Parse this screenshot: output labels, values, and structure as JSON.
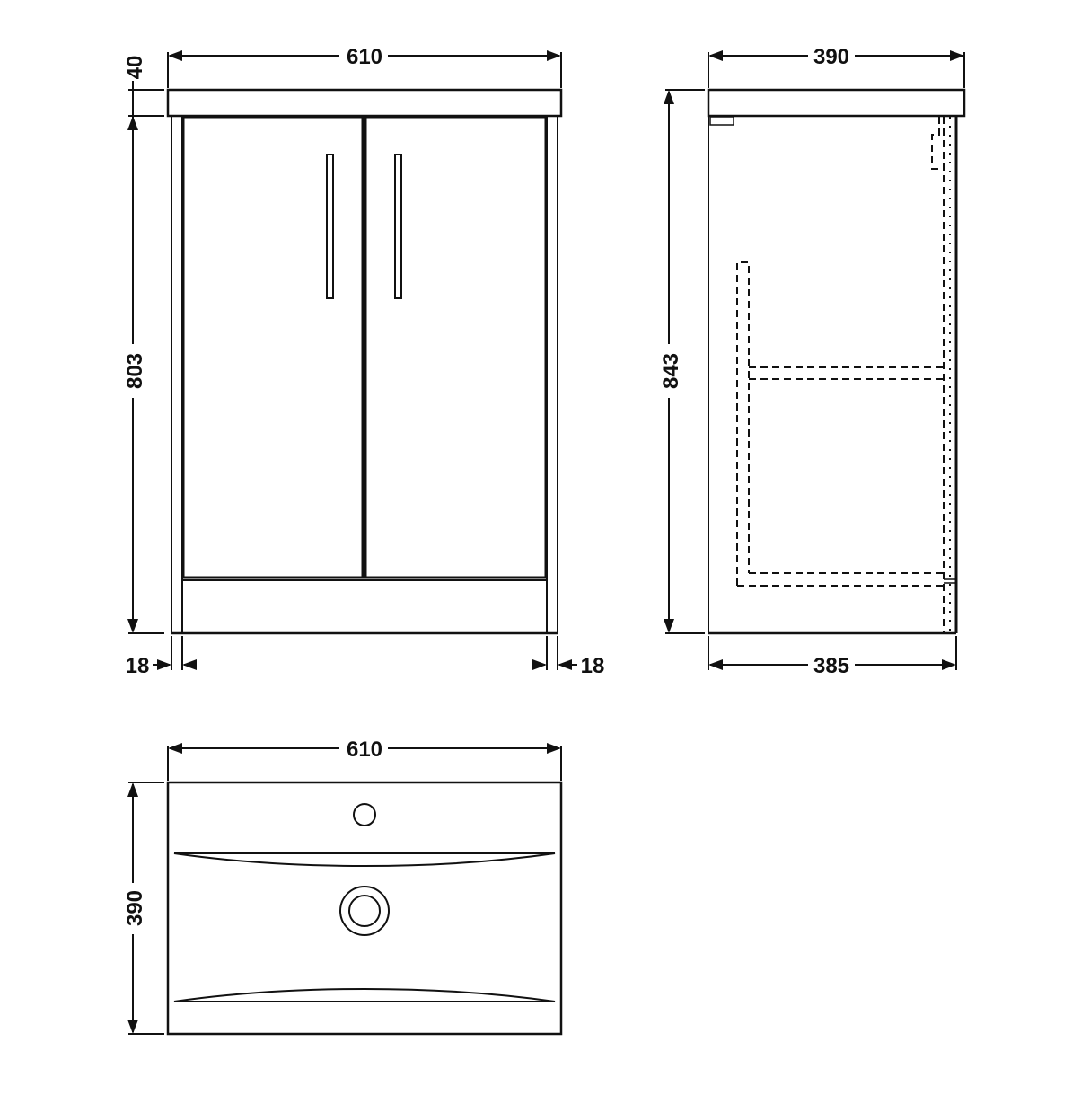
{
  "drawing": {
    "colors": {
      "line": "#111111",
      "background": "#ffffff"
    },
    "front_view": {
      "width_label": "610",
      "top_thickness_label": "40",
      "carcass_height_label": "803",
      "left_panel_label": "18",
      "right_panel_label": "18",
      "doors": 2,
      "handles": 2
    },
    "side_view": {
      "depth_top_label": "390",
      "total_height_label": "843",
      "depth_bottom_label": "385"
    },
    "plan_view": {
      "width_label": "610",
      "depth_label": "390",
      "tap_hole": "tap-hole-icon",
      "waste": "waste-outlet-icon"
    }
  }
}
